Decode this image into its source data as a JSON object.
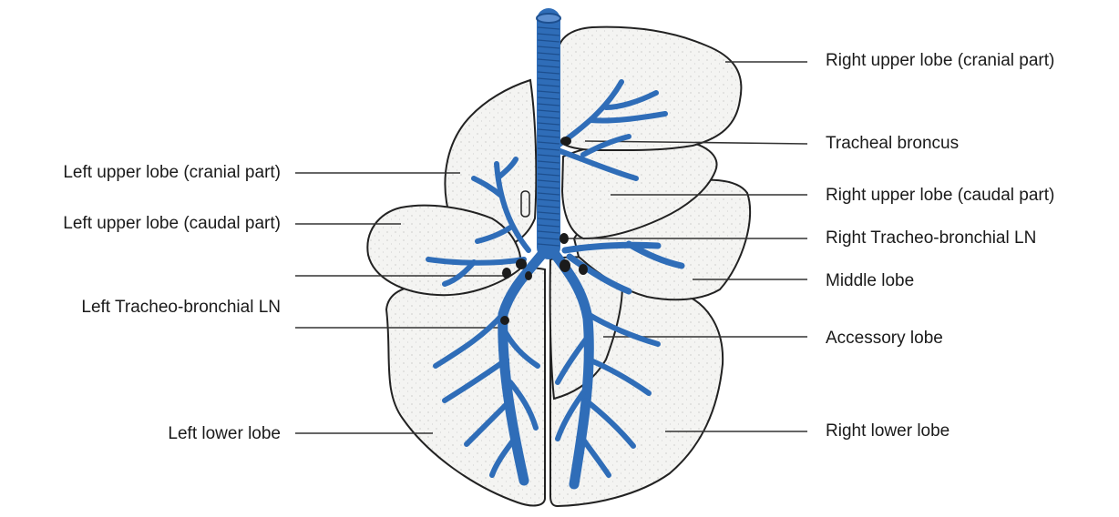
{
  "labels": {
    "right_upper_cranial": "Right upper lobe (cranial part)",
    "tracheal_broncus": "Tracheal broncus",
    "right_upper_caudal": "Right upper lobe (caudal part)",
    "right_tb_ln": "Right Tracheo-bronchial LN",
    "middle_lobe": "Middle lobe",
    "accessory_lobe": "Accessory lobe",
    "right_lower_lobe": "Right lower lobe",
    "left_upper_cranial": "Left upper lobe (cranial part)",
    "left_upper_caudal": "Left upper lobe (caudal part)",
    "left_tb_ln": "Left Tracheo-bronchial LN",
    "left_lower_lobe": "Left lower lobe"
  },
  "colors": {
    "airway": "#2f6db8",
    "airway_dark": "#1d4f8f",
    "lobe_fill": "#f3f3f1",
    "outline": "#222222",
    "lymph_node": "#1b1b1b"
  }
}
